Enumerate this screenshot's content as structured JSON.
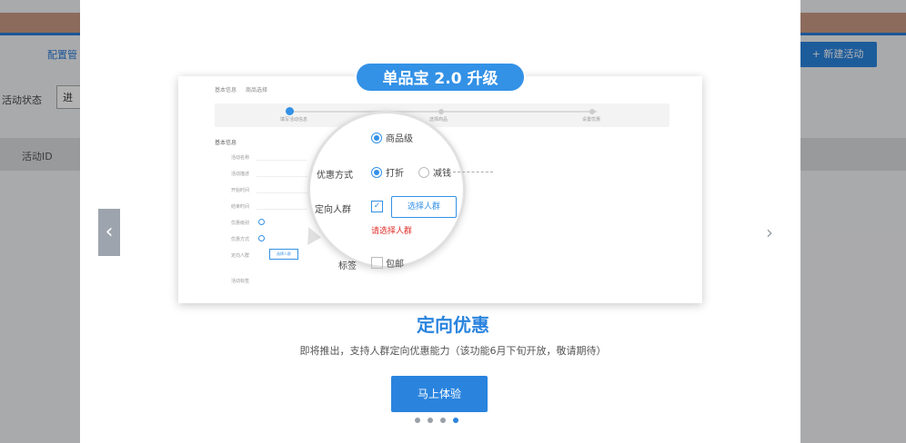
{
  "background": {
    "link_text": "配置管",
    "filter_label": "活动状态",
    "filter_value": "进",
    "column_header": "活动ID",
    "new_button": "+ 新建活动"
  },
  "modal": {
    "badge": "单品宝 2.0 升级",
    "preview": {
      "tabs": [
        "基本信息",
        "商品选择"
      ],
      "steps": [
        "填写活动信息",
        "选择商品",
        "设置优惠"
      ],
      "section_title": "基本信息",
      "form_labels": [
        "活动名称",
        "活动描述",
        "开始时间",
        "结束时间",
        "优惠级别",
        "优惠方式",
        "定向人群",
        "活动标签"
      ],
      "mini_button": "选择人群"
    },
    "magnifier": {
      "top_option": "商品级",
      "row1_label": "优惠方式",
      "row1_opt1": "打折",
      "row1_opt2": "减钱",
      "row2_label": "定向人群",
      "select_button": "选择人群",
      "error_text": "请选择人群",
      "row3_label": "标签",
      "row3_option": "包邮"
    },
    "headline": "定向优惠",
    "description": "即将推出，支持人群定向优惠能力（该功能6月下旬开放，敬请期待）",
    "cta_label": "马上体验",
    "pagination": {
      "total": 4,
      "active": 4
    }
  },
  "colors": {
    "accent": "#2a84de",
    "error": "#e0302b"
  },
  "icons": {
    "prev": "chevron-left-icon",
    "next": "chevron-right-icon"
  }
}
